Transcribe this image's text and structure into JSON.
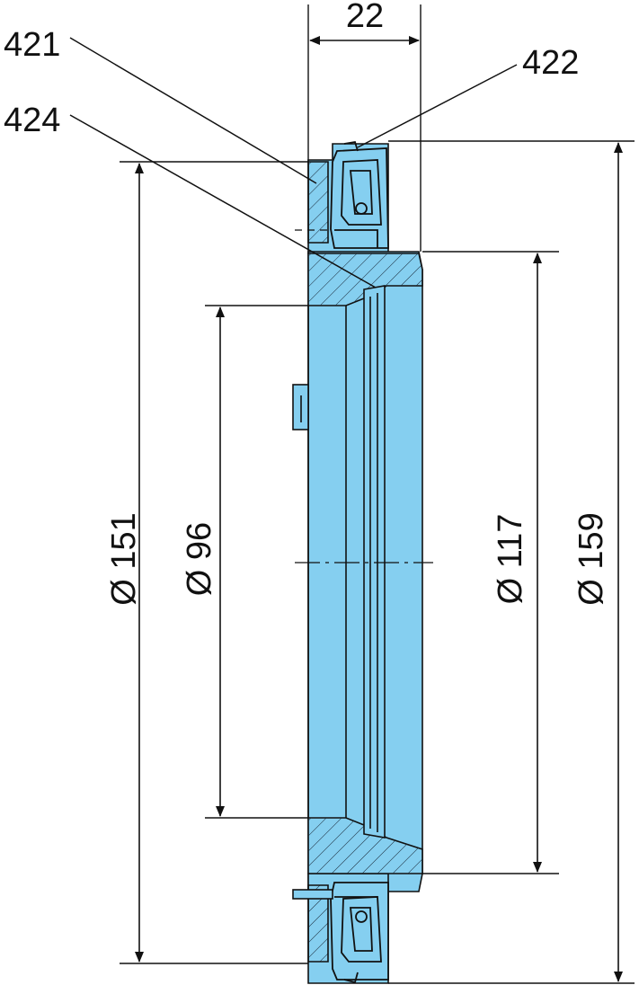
{
  "drawing": {
    "callouts": [
      "421",
      "422",
      "424"
    ],
    "dimensions": {
      "width": "22",
      "d151": "Ø 151",
      "d96": "Ø 96",
      "d117": "Ø 117",
      "d159": "Ø 159"
    }
  },
  "colors": {
    "part_fill": "#85CFF0",
    "line": "#111111",
    "background": "#FFFFFF"
  }
}
